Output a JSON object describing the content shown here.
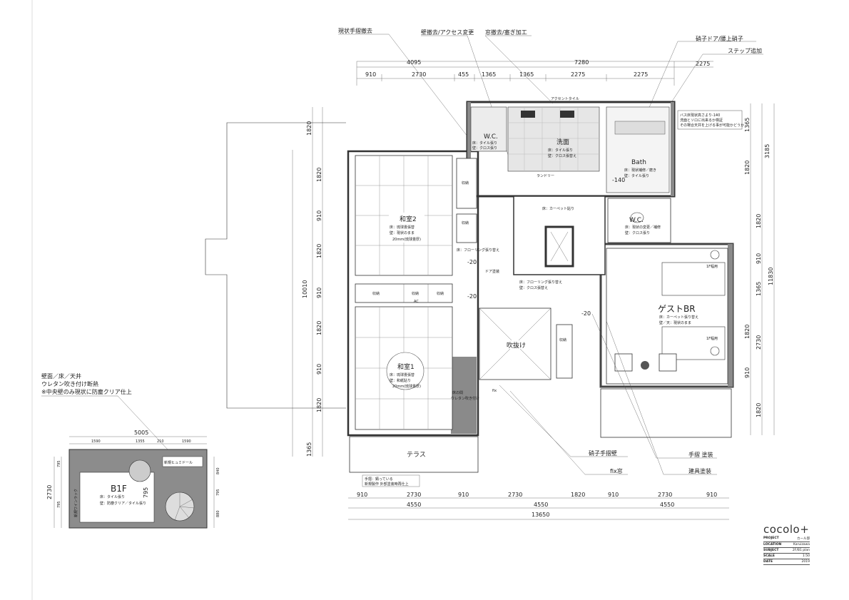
{
  "annotations_top": {
    "handrail_remove": "現状手摺撤去",
    "wall_remove_access": "壁撤去/アクセス変更",
    "window_remove": "窓撤去/塞ぎ加工",
    "glass_door": "硝子ドア/腰上硝子",
    "step_add": "ステップ追加"
  },
  "dimensions_top": {
    "overall": "7280",
    "d4095": "4095",
    "d2275_right": "2275",
    "segments": [
      "910",
      "2730",
      "455",
      "1365",
      "1365",
      "2275",
      "2275"
    ]
  },
  "dimensions_left": [
    "1820",
    "1820",
    "910",
    "1820",
    "910",
    "1820",
    "910",
    "1820",
    "1365"
  ],
  "dimensions_left_total": "10010",
  "dimensions_right": [
    "1365",
    "3185",
    "1820",
    "1820",
    "910",
    "1365",
    "1820",
    "2730",
    "910",
    "1820"
  ],
  "dimensions_right_total": "11830",
  "dimensions_bottom": {
    "segments": [
      "910",
      "2730",
      "910",
      "2730",
      "1820",
      "910",
      "2730",
      "910"
    ],
    "halves": [
      "4550",
      "4550",
      "4550"
    ],
    "overall": "13650"
  },
  "rooms": {
    "washitsu2": {
      "name": "和室2",
      "floor": "床：琉球畳張替",
      "wall": "壁：現状のまま",
      "note": "20mm(琉球畳厚)"
    },
    "washitsu1": {
      "name": "和室1",
      "floor": "床：琉球畳張替",
      "wall": "壁：和紙貼り",
      "note": "20mm(琉球畳厚)"
    },
    "wc1": {
      "name": "W.C.",
      "floor": "床：タイル張り",
      "wall": "壁：クロス張り"
    },
    "senmen": {
      "name": "洗面",
      "floor": "床：タイル張り",
      "wall": "壁：クロス張替え"
    },
    "bath": {
      "name": "Bath",
      "floor": "床：現状補修／磨き",
      "wall": "壁：タイル張り",
      "level": "-140"
    },
    "wc2": {
      "name": "W.C.",
      "floor": "床：現状の変更／補修",
      "wall": "壁：クロス張り"
    },
    "guest": {
      "name": "ゲストBR",
      "floor": "床：カーペット張り替え",
      "wall": "壁／天：現状のまま"
    },
    "hall": {
      "floor": "床：フローリング張り替え",
      "wall": "壁：クロス張替え"
    },
    "stair": {
      "floor": "床：カーペット貼り"
    },
    "fukinuke": {
      "name": "吹抜け"
    },
    "terrace": {
      "name": "テラス"
    },
    "tokonoma": {
      "name": "床の間",
      "note": "ウレタン吹き付け"
    }
  },
  "labels": {
    "storage": "収納",
    "ac": "AC",
    "level_minus20": "-20",
    "door_paint": "ドア塗装",
    "accent_tile": "アクセントタイル",
    "laundry": "ランドリー",
    "fix": "fix",
    "bed": "1F幅用",
    "b1f_note_1": "壁面／床／天井",
    "b1f_note_2": "ウレタン吹き付け断熱",
    "b1f_note_3": "※中央壁のみ現状に防塵クリア仕上",
    "bath_note_1": "バス床現状高さより-140",
    "bath_note_2": "洗面とソロに出来るか検証",
    "bath_note_3": "その場合天井を上げる事が可能かどうか",
    "terrace_note_1": "手摺：錆っている",
    "terrace_note_2": "新規製作 外部塗装時再仕上",
    "glass_rail": "硝子手摺壁",
    "fix_window": "fix窓",
    "handrail_paint": "手摺 塗装",
    "fixture_paint": "建具塗装"
  },
  "b1f": {
    "name": "B1F",
    "floor": "床：タイル張り",
    "wall": "壁：防塵クリア／タイル張り",
    "wine": "新規ワインラック",
    "sauna": "新規ヒュミドール",
    "width": "5005",
    "segments": [
      "1590",
      "1355",
      "210",
      "1590"
    ],
    "height": "2730",
    "inner": "795",
    "side_dims": [
      "795",
      "840",
      "795",
      "880"
    ]
  },
  "titleblock": {
    "brand": "cocolo+",
    "rows": [
      {
        "key": "PROJECT",
        "val": "カール邸"
      },
      {
        "key": "LOCATION",
        "val": "Karuizawa"
      },
      {
        "key": "SUBJECT",
        "val": "2F/B1 plan"
      },
      {
        "key": "SCALE",
        "val": "1:50"
      },
      {
        "key": "DATE",
        "val": "2019"
      }
    ]
  }
}
